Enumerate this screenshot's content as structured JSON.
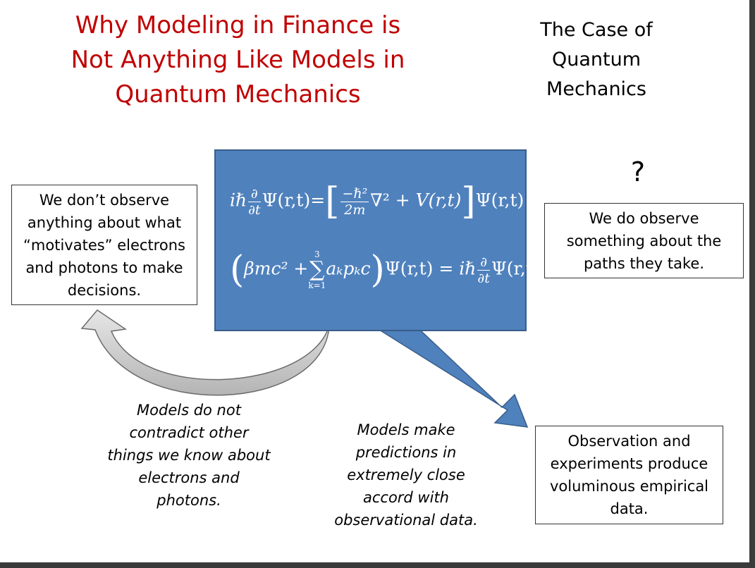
{
  "slide": {
    "title_lines": [
      "Why Modeling in Finance is",
      "Not Anything Like Models in",
      "Quantum Mechanics"
    ],
    "subtitle_lines": [
      "The Case of",
      "Quantum",
      "Mechanics"
    ],
    "question_mark": "?",
    "left_box_lines": [
      "We don’t observe",
      "anything about what",
      "“motivates” electrons",
      "and photons to make",
      "decisions."
    ],
    "right_box_lines": [
      "We do observe",
      "something about the",
      "paths they take."
    ],
    "bottom_right_box_lines": [
      "Observation and",
      "experiments produce",
      "voluminous empirical",
      "data."
    ],
    "bottom_left_text_lines": [
      "Models do not",
      "contradict other",
      "things we know about",
      "electrons and",
      "photons."
    ],
    "bottom_center_text_lines": [
      "Models make",
      "predictions in",
      "extremely close",
      "accord with",
      "observational data."
    ]
  },
  "equations": {
    "schrodinger": {
      "lhs_prefix": "iℏ",
      "partial": "∂",
      "partial_t": "∂t",
      "psi": "Ψ(r,t)",
      "equals": "=",
      "minus_hbar_sq": "−ℏ²",
      "two_m": "2m",
      "laplacian": "∇²",
      "plus_v": "+ V(r,t)",
      "psi_rhs": "Ψ(r,t)"
    },
    "dirac": {
      "beta_mc": "βmc² +",
      "sum_top": "3",
      "sum_sigma": "∑",
      "sum_bottom": "k=1",
      "alpha_p_c": "aₖpₖc",
      "psi": "Ψ(r,t)",
      "equals_ihbar": "= iℏ",
      "partial": "∂",
      "partial_t": "∂t",
      "psi_rhs": "Ψ(r,t)"
    }
  },
  "colors": {
    "title": "#c00000",
    "equation_box": "#4f81bd",
    "equation_border": "#385d8a",
    "gray_arrow": "#c8c8c8",
    "blue_arrow": "#4f81bd"
  }
}
